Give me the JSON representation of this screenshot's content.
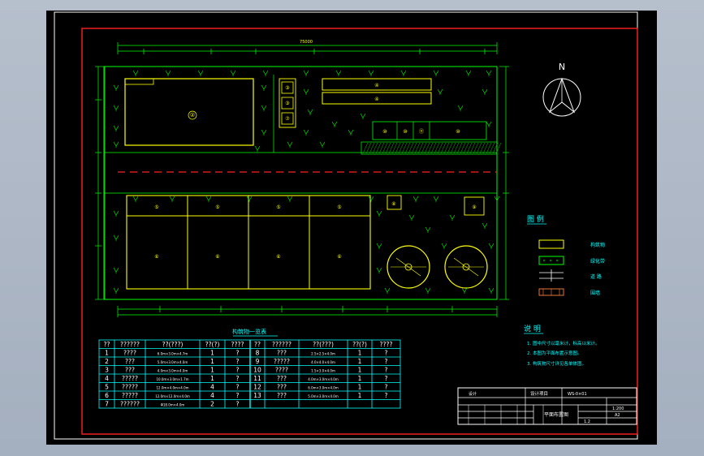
{
  "plan": {
    "north": "N",
    "overall_dim": "75000",
    "zones": {
      "z2": "②",
      "z3": "③",
      "z4": "④",
      "z5": "⑤",
      "z6": "⑥",
      "z7": "⑦",
      "z8": "⑧",
      "z9": "⑨",
      "z10": "⑩",
      "z11": "⑪"
    }
  },
  "legend": {
    "title": "图 例",
    "items": [
      "构筑物",
      "绿化带",
      "道 路",
      "围墙"
    ]
  },
  "notes": {
    "title": "说 明",
    "lines": [
      "1. 图中尺寸以毫米计，标高以米计。",
      "2. 本图为平面布置示意图。",
      "3. 构筑物尺寸详见各单体图。"
    ]
  },
  "table": {
    "title": "构筑物一览表",
    "headers": [
      "??",
      "??????",
      "??(???)",
      "??(?)",
      "????",
      "??",
      "??????",
      "??(???)",
      "??(?)",
      "????"
    ],
    "rows": [
      [
        "1",
        "????",
        "6.0m×3.0m×4.7m",
        "1",
        "?",
        "8",
        "???",
        "2.5×2.5×4.0m",
        "1",
        "?"
      ],
      [
        "2",
        "???",
        "5.0m×3.0m×4.0m",
        "1",
        "?",
        "9",
        "?????",
        "4.0×4.0×4.0m",
        "1",
        "?"
      ],
      [
        "3",
        "???",
        "4.0m×3.0m×4.0m",
        "1",
        "?",
        "10",
        "????",
        "1.5×3.0×4.0m",
        "1",
        "?"
      ],
      [
        "4",
        "?????",
        "10.0m×3.0m×1.7m",
        "1",
        "?",
        "11",
        "???",
        "4.0m×3.0m×4.0m",
        "1",
        "?"
      ],
      [
        "5",
        "?????",
        "12.0m×4.0m×4.0m",
        "4",
        "?",
        "12",
        "???",
        "6.0m×3.0m×4.0m",
        "1",
        "?"
      ],
      [
        "6",
        "?????",
        "12.0m×12.0m×4.0m",
        "4",
        "?",
        "13",
        "???",
        "5.0m×3.0m×4.0m",
        "1",
        "?"
      ],
      [
        "7",
        "??????",
        "Φ18.0m×4.0m",
        "2",
        "?",
        "",
        "",
        "",
        "",
        ""
      ]
    ]
  },
  "title_block": {
    "project": "设计项目",
    "design": "设计",
    "drawing_name": "平面布置图",
    "scale": "1:200",
    "sheet": "A2",
    "code": "WS-0×01",
    "date": "1.2"
  }
}
